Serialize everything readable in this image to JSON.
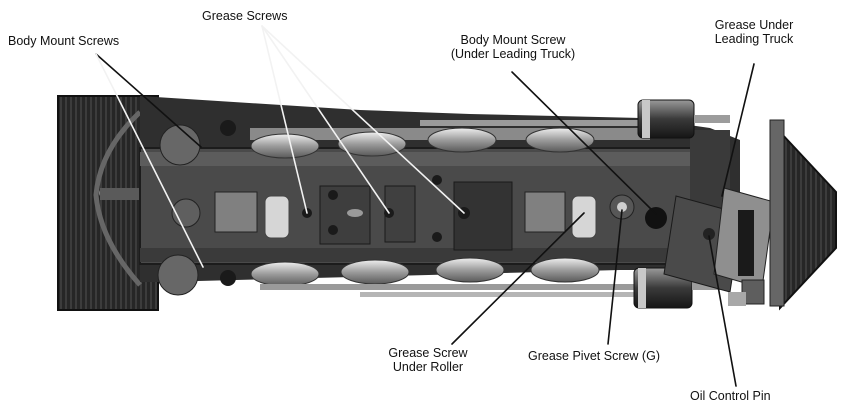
{
  "labels": {
    "body_mount_screws": "Body Mount Screws",
    "grease_screws": "Grease Screws",
    "body_mount_screw_line1": "Body Mount Screw",
    "body_mount_screw_line2": "(Under Leading Truck)",
    "grease_under_leading_truck_line1": "Grease Under",
    "grease_under_leading_truck_line2": "Leading Truck",
    "grease_screw_under_roller_line1": "Grease Screw",
    "grease_screw_under_roller_line2": "Under Roller",
    "grease_pivet_screw": "Grease Pivet  Screw (G)",
    "oil_control_pin": "Oil Control Pin"
  },
  "colors": {
    "background": "#ffffff",
    "leader_line": "#111111",
    "leader_line_on_dark": "#f2f2f2"
  }
}
